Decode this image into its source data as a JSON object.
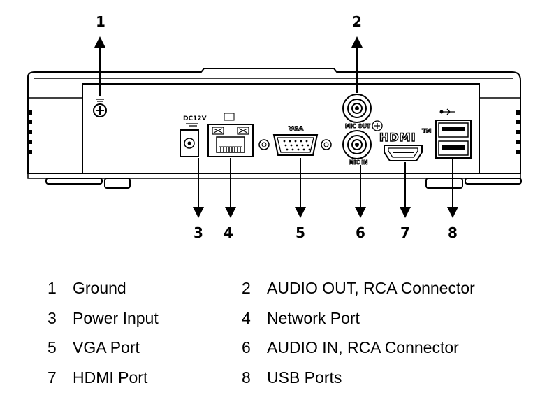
{
  "callouts": [
    "1",
    "2",
    "3",
    "4",
    "5",
    "6",
    "7",
    "8"
  ],
  "port_labels": {
    "dc": "DC12V",
    "vga": "VGA",
    "mic_out": "MIC OUT",
    "mic_in": "MIC IN",
    "hdmi": "HDMI",
    "tm": "TM"
  },
  "legend": [
    {
      "num": "1",
      "label": "Ground"
    },
    {
      "num": "2",
      "label": "AUDIO OUT, RCA Connector"
    },
    {
      "num": "3",
      "label": "Power Input"
    },
    {
      "num": "4",
      "label": "Network Port"
    },
    {
      "num": "5",
      "label": "VGA Port"
    },
    {
      "num": "6",
      "label": "AUDIO IN, RCA Connector"
    },
    {
      "num": "7",
      "label": "HDMI Port"
    },
    {
      "num": "8",
      "label": "USB Ports"
    }
  ]
}
